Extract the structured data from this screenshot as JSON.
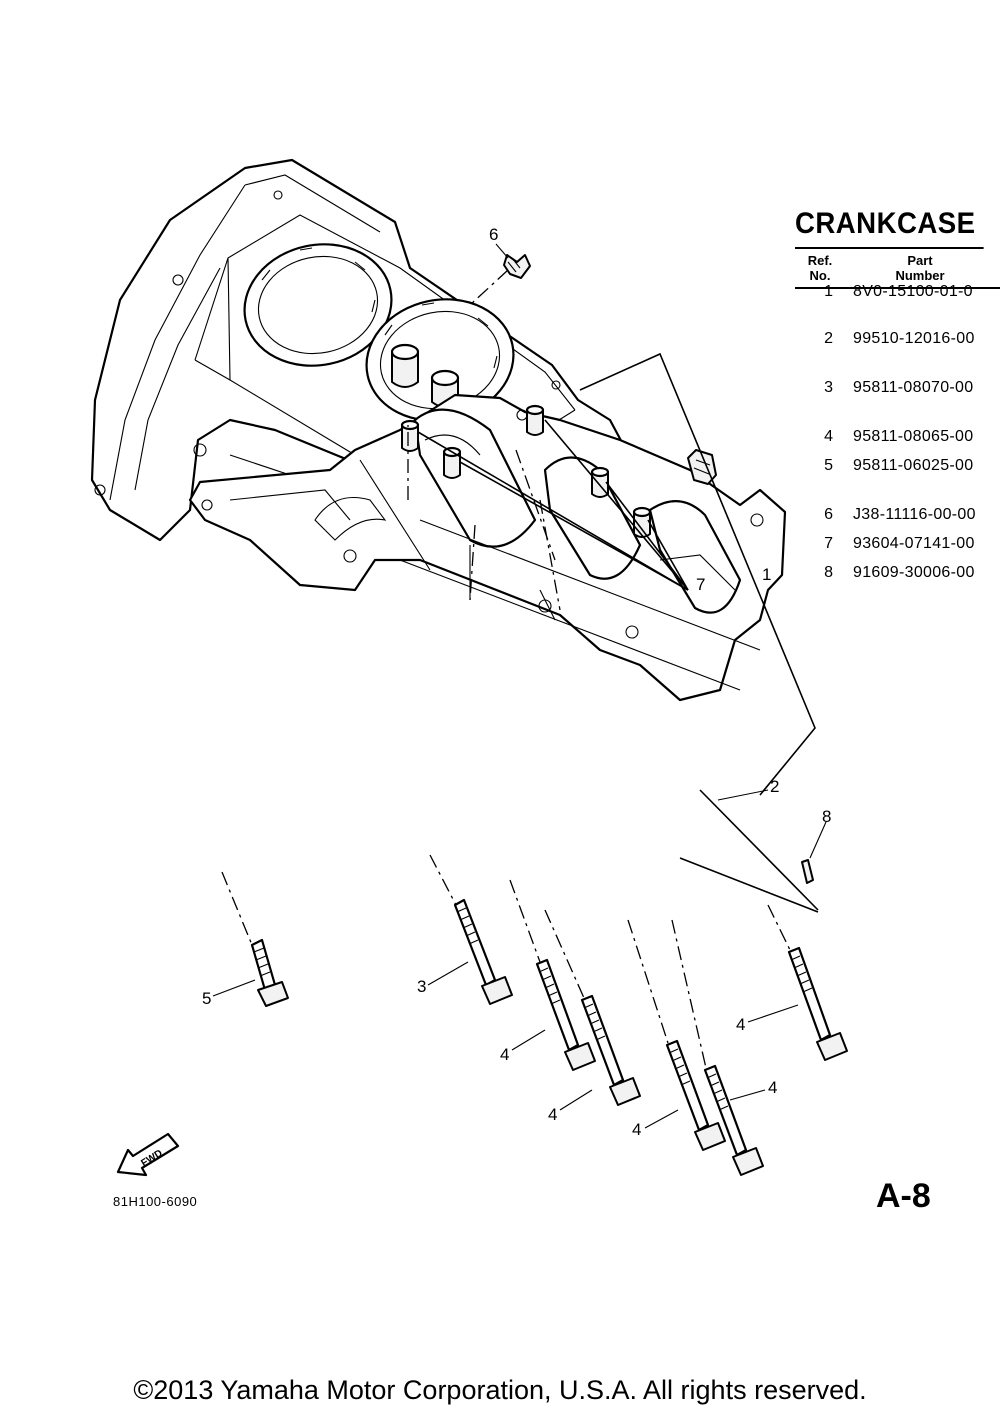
{
  "section_title": "CRANKCASE",
  "table": {
    "col_ref_label_line1": "Ref.",
    "col_ref_label_line2": "No.",
    "col_part_label_line1": "Part",
    "col_part_label_line2": "Number",
    "rows": [
      {
        "ref": "1",
        "part_number": "8V0-15100-01-0"
      },
      {
        "ref": "2",
        "part_number": "99510-12016-00"
      },
      {
        "ref": "3",
        "part_number": "95811-08070-00"
      },
      {
        "ref": "4",
        "part_number": "95811-08065-00"
      },
      {
        "ref": "5",
        "part_number": "95811-06025-00"
      },
      {
        "ref": "6",
        "part_number": "J38-11116-00-00"
      },
      {
        "ref": "7",
        "part_number": "93604-07141-00"
      },
      {
        "ref": "8",
        "part_number": "91609-30006-00"
      }
    ]
  },
  "callouts": {
    "c1": "1",
    "c2": "2",
    "c3": "3",
    "c4": "4",
    "c5": "5",
    "c6": "6",
    "c7": "7",
    "c8": "8"
  },
  "fwd_label": "FWD",
  "diagram_code": "81H100-6090",
  "page_code": "A-8",
  "copyright": "©2013 Yamaha Motor Corporation, U.S.A. All rights reserved."
}
